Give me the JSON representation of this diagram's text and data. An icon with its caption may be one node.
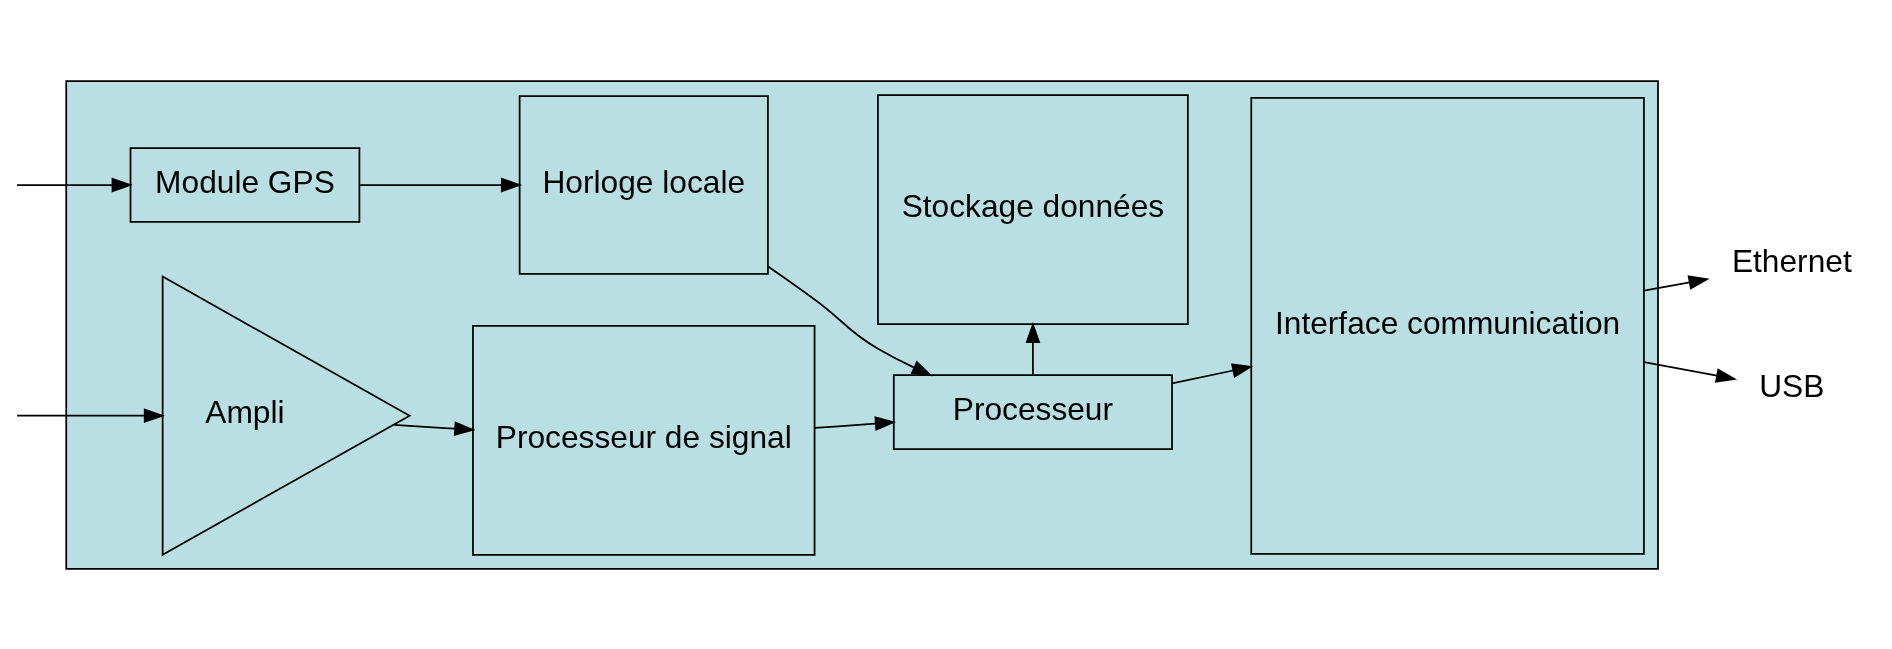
{
  "diagram": {
    "nodes": [
      {
        "text": [],
        "shape": "box"
      },
      {
        "text": [
          "Module GPS"
        ],
        "in": 0
      },
      {
        "text": [
          "Horloge locale"
        ],
        "in": 0
      },
      {
        "text": [
          "Processeur"
        ],
        "in": 0
      },
      {
        "text": [
          "Interface communication"
        ],
        "in": 0
      },
      {
        "text": [
          "Ampli"
        ],
        "in": 0
      },
      {
        "text": [
          "Processeur de signal"
        ],
        "in": 0
      },
      {
        "text": [
          "Stockage données"
        ],
        "in": 0
      },
      {
        "text": [
          "Ethernet"
        ]
      },
      {
        "text": [
          "USB"
        ]
      }
    ],
    "edges": [
      {
        "from": null,
        "to": 1,
        "arrow": "to"
      },
      {
        "from": null,
        "to": 5,
        "arrow": "to"
      },
      {
        "from": 1,
        "to": 2,
        "arrow": "to"
      },
      {
        "from": 2,
        "to": 3,
        "arrow": "to"
      },
      {
        "from": 3,
        "to": 4,
        "arrow": "to"
      },
      {
        "from": 5,
        "to": 6,
        "arrow": "to"
      },
      {
        "from": 6,
        "to": 3,
        "arrow": "to"
      },
      {
        "from": 3,
        "to": 7,
        "arrow": "to"
      },
      {
        "from": 4,
        "to": 8,
        "arrow": "to"
      },
      {
        "from": 4,
        "to": 9,
        "arrow": "to"
      }
    ]
  }
}
